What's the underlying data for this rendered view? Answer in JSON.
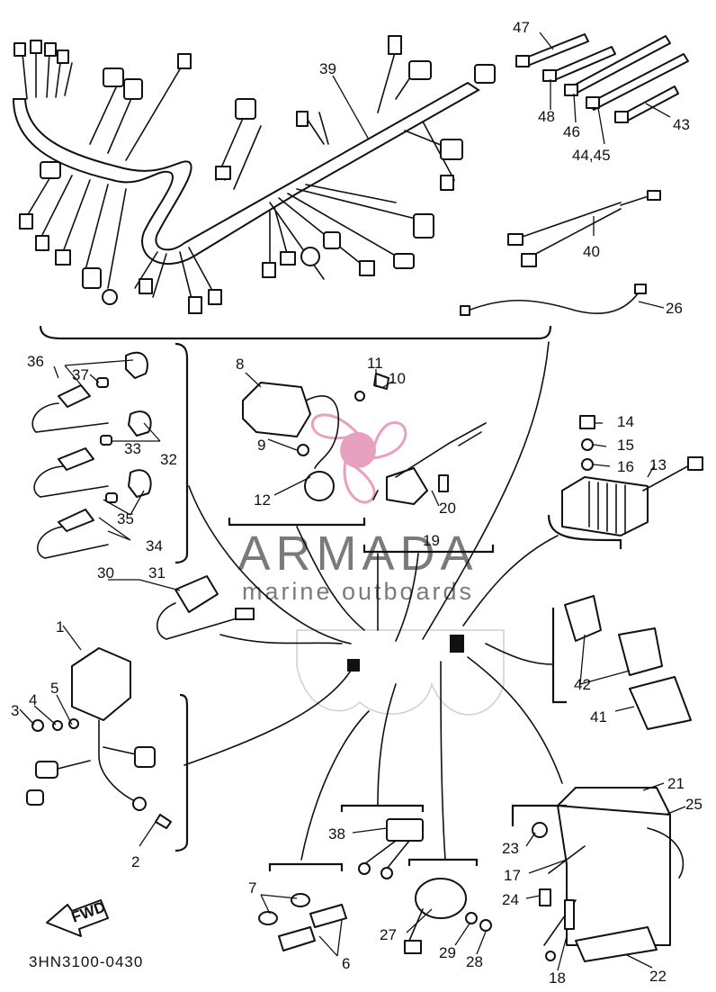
{
  "watermark": {
    "brand": "ARMADA",
    "tagline": "marine outboards",
    "accent_color": "#e8a0c0",
    "logo_icon": "propeller-icon"
  },
  "drawing_code": "3HN3100-0430",
  "fwd_label": "FWD",
  "callouts": [
    "1",
    "2",
    "3",
    "4",
    "5",
    "6",
    "7",
    "8",
    "9",
    "10",
    "11",
    "12",
    "13",
    "14",
    "15",
    "16",
    "17",
    "18",
    "19",
    "20",
    "21",
    "22",
    "23",
    "24",
    "25",
    "26",
    "27",
    "28",
    "29",
    "30",
    "31",
    "32",
    "33",
    "34",
    "35",
    "36",
    "37",
    "38",
    "39",
    "40",
    "41",
    "42",
    "43",
    "46",
    "47",
    "48",
    "44,45"
  ]
}
